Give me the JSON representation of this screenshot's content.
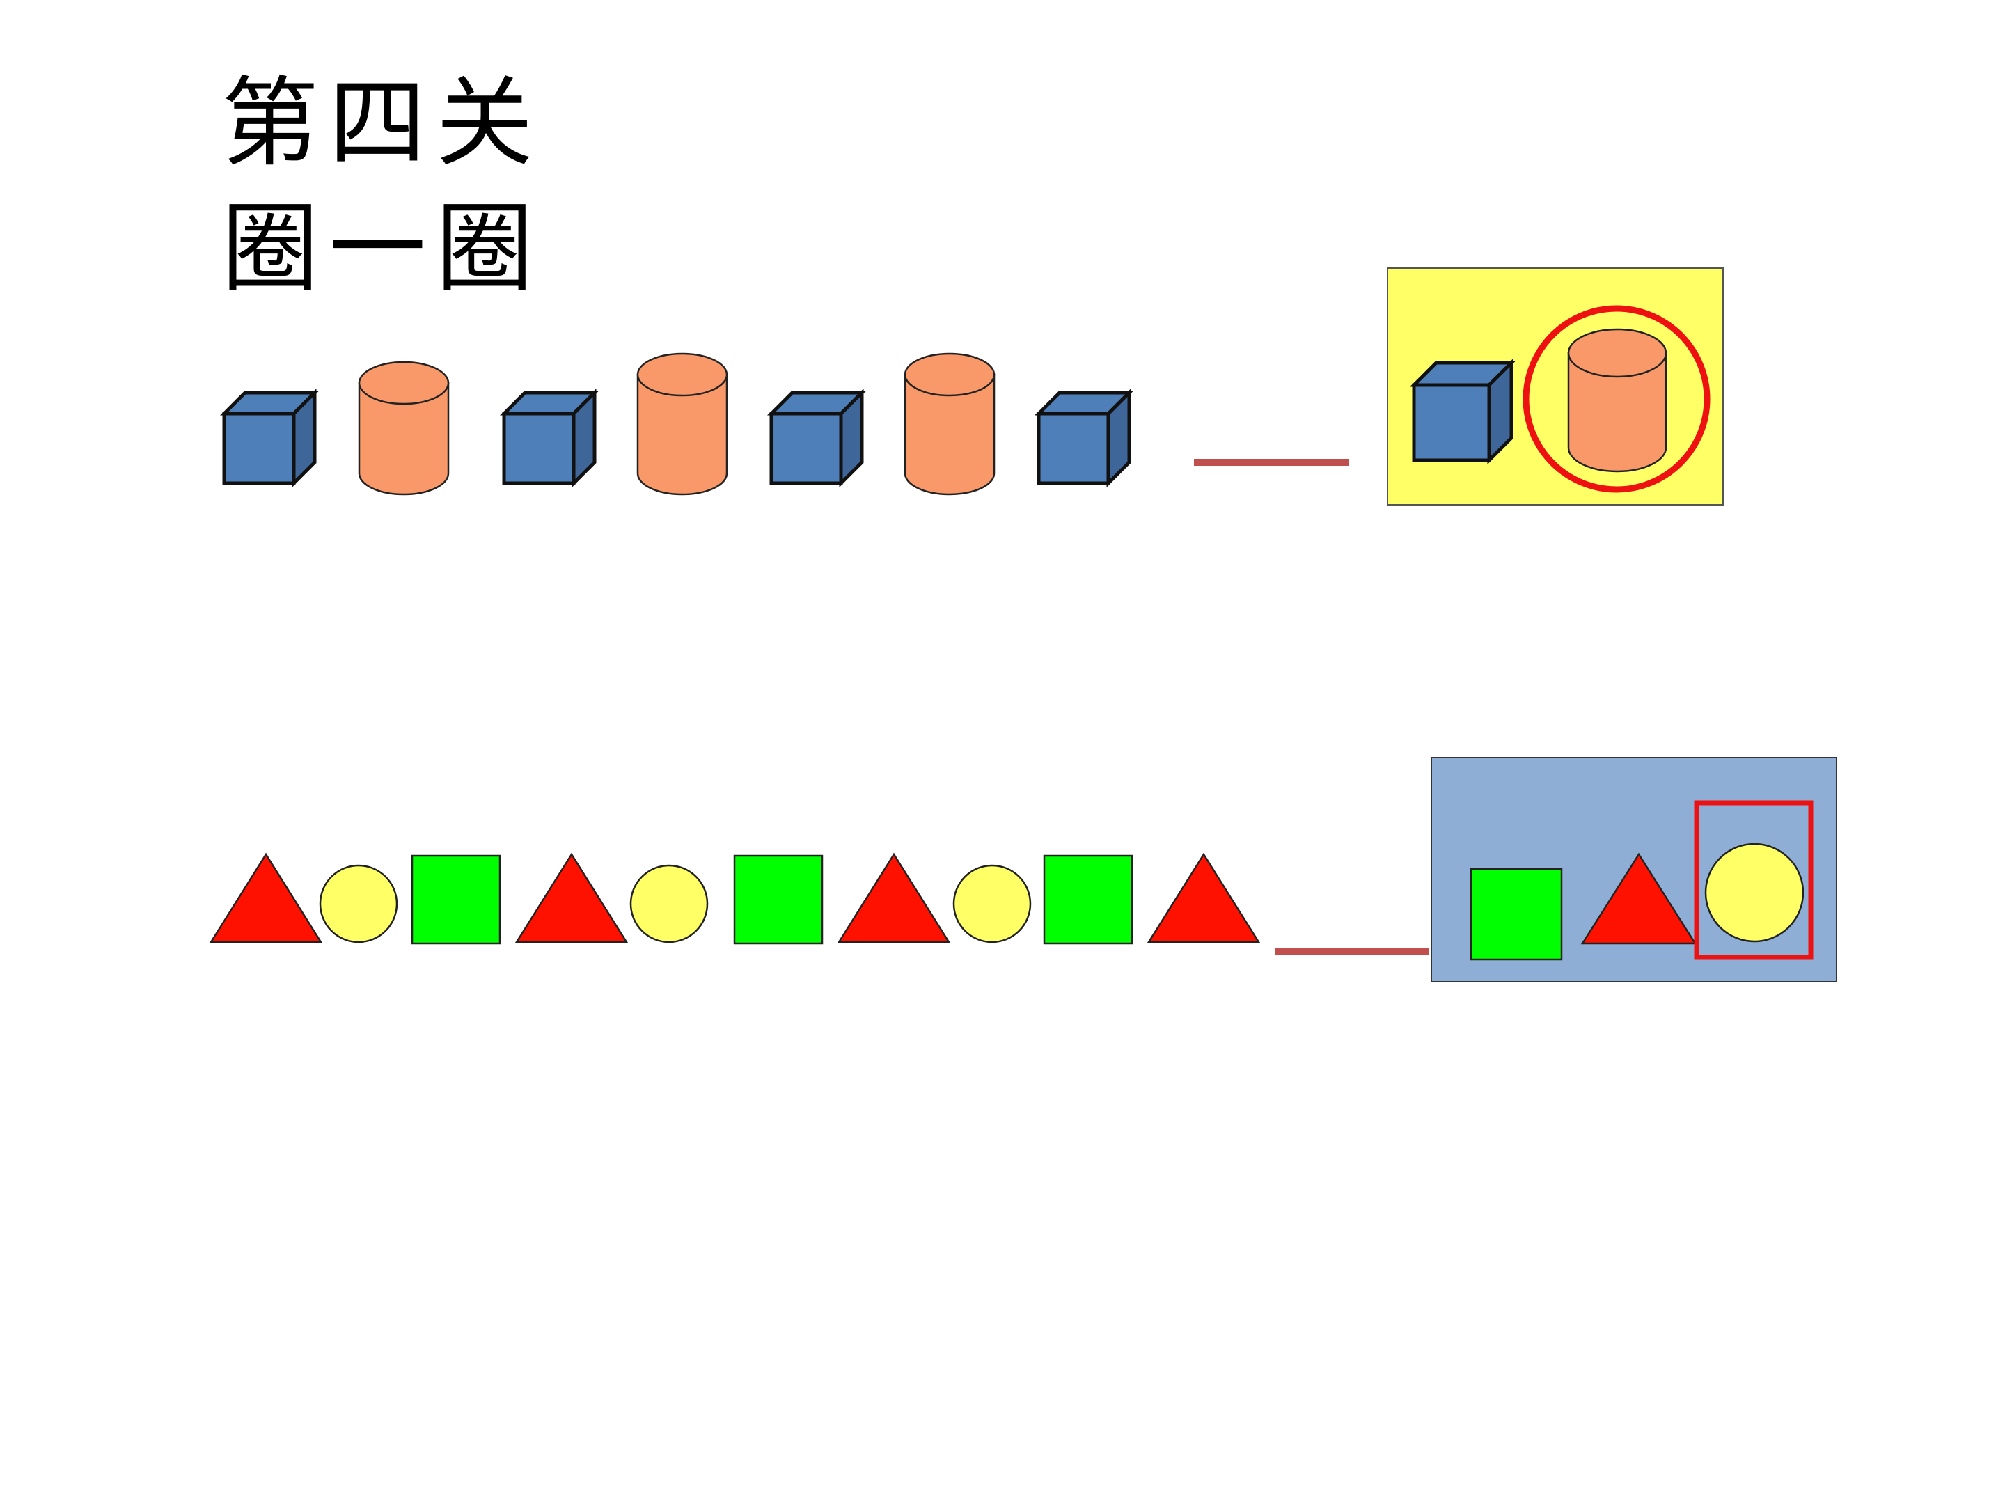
{
  "slide": {
    "title_line_1": "第四关",
    "title_line_2": "圈一圈"
  },
  "rows": [
    {
      "sequence": [
        "cube",
        "cylinder",
        "cube",
        "cylinder",
        "cube",
        "cylinder",
        "cube"
      ],
      "options": [
        "cube",
        "cylinder"
      ],
      "circled_option": "cylinder",
      "panel_color": "#FFFF66"
    },
    {
      "sequence": [
        "triangle",
        "circle",
        "square",
        "triangle",
        "circle",
        "square",
        "triangle",
        "circle",
        "square",
        "triangle"
      ],
      "options": [
        "square",
        "triangle",
        "circle"
      ],
      "circled_option": "circle",
      "panel_color": "#8EAED6"
    }
  ],
  "colors": {
    "cube_front": "#4F7FB8",
    "cube_side": "#3E6699",
    "cylinder": "#F9996A",
    "triangle": "#FF1100",
    "circle": "#FFFF66",
    "square": "#00FF00",
    "answer_blank": "#C0504D",
    "highlight": "#EE1111"
  }
}
